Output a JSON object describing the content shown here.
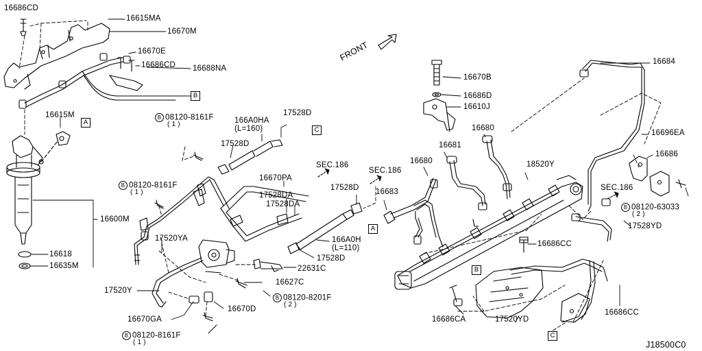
{
  "figure_code": "J18500C0",
  "front_label": "FRONT",
  "sec_refs": [
    "SEC.186",
    "SEC.186",
    "SEC.186"
  ],
  "refs": [
    "A",
    "A",
    "B",
    "B",
    "C",
    "C"
  ],
  "parts": {
    "p16686CD_a": "16686CD",
    "p16615MA": "16615MA",
    "p16670M": "16670M",
    "p16670E": "16670E",
    "p16686CD_b": "16686CD",
    "p16688NA": "16688NA",
    "p16615M": "16615M",
    "p16600M": "16600M",
    "p16618": "16618",
    "p16635M": "16635M",
    "p17520Y": "17520Y",
    "p16670GA": "16670GA",
    "p16670D": "16670D",
    "p17520YA": "17520YA",
    "p16627C": "16627C",
    "p22631C": "22631C",
    "p17528D_a": "17528D",
    "p17528D_b": "17528D",
    "p17528D_c": "17528D",
    "p17528D_d": "17528D",
    "p166A0HA": "166A0HA",
    "p166A0HA_len": "(L=160)",
    "p16670PA": "16670PA",
    "p17528DA_a": "17528DA",
    "p17528DA_b": "17528DA",
    "p166A0H": "166A0H",
    "p166A0H_len": "(L=110)",
    "p16683": "16683",
    "p16680_a": "16680",
    "p16681": "16681",
    "p16680_b": "16680",
    "p16670B": "16670B",
    "p16686D": "16686D",
    "p16610J": "16610J",
    "p18520Y": "18520Y",
    "p16684": "16684",
    "p16696EA": "16696EA",
    "p16686": "16686",
    "p17528YD": "17528YD",
    "p16686CC_a": "16686CC",
    "p16686CC_b": "16686CC",
    "p16686CA": "16686CA",
    "p17520YD": "17520YD"
  },
  "bolts": {
    "b1_num": "08120-8161F",
    "b1_qty": "( 1 )",
    "b2_num": "08120-8161F",
    "b2_qty": "( 1 )",
    "b3_num": "08120-8201F",
    "b3_qty": "( 2 )",
    "b4_num": "08120-8161F",
    "b4_qty": "( 1 )",
    "b5_num": "08120-63033",
    "b5_qty": "( 2 )",
    "prefix": "B"
  }
}
